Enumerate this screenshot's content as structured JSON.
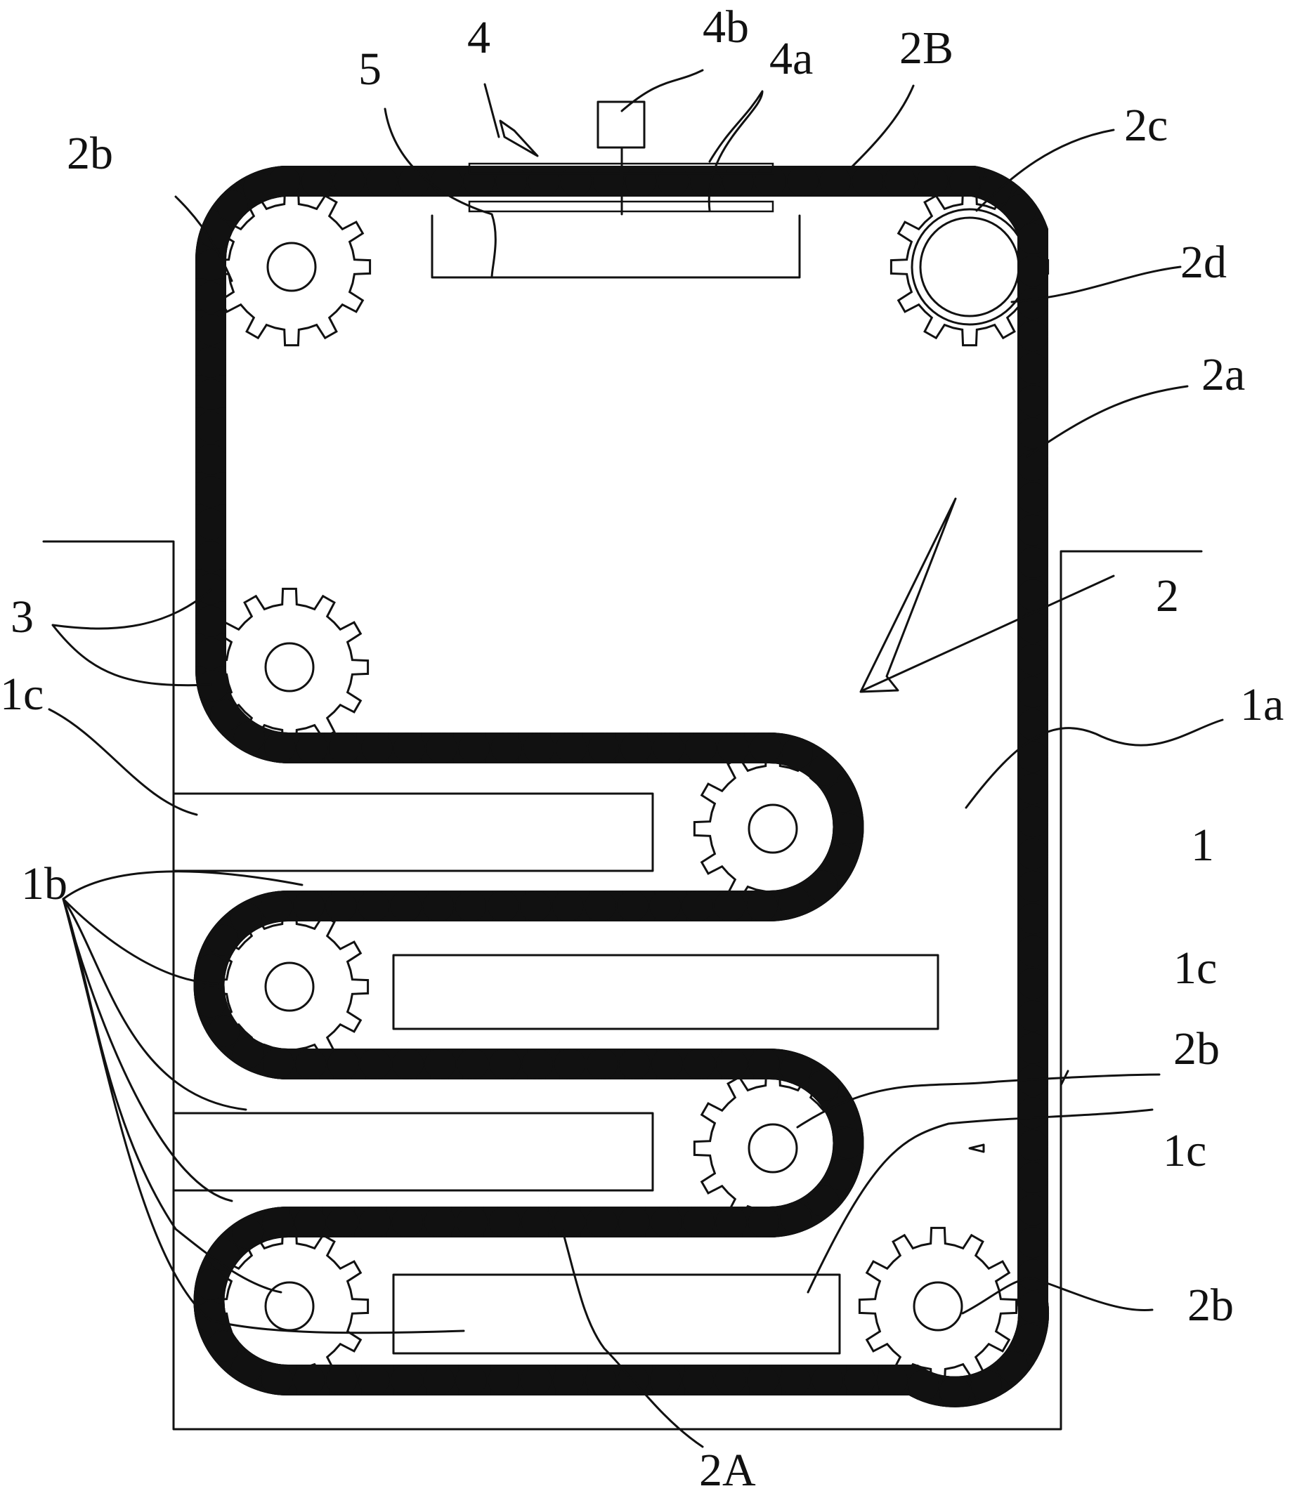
{
  "labels": {
    "l4": "4",
    "l4b": "4b",
    "l4a": "4a",
    "l2B": "2B",
    "l5": "5",
    "l2b_top": "2b",
    "l2c": "2c",
    "l2d": "2d",
    "l2a": "2a",
    "l2": "2",
    "l3": "3",
    "l1c_left": "1c",
    "l1a": "1a",
    "l1": "1",
    "l1b": "1b",
    "l1c_right_upper": "1c",
    "l2b_mid": "2b",
    "l1c_right_lower": "1c",
    "l2b_bottom": "2b",
    "l2A": "2A"
  }
}
